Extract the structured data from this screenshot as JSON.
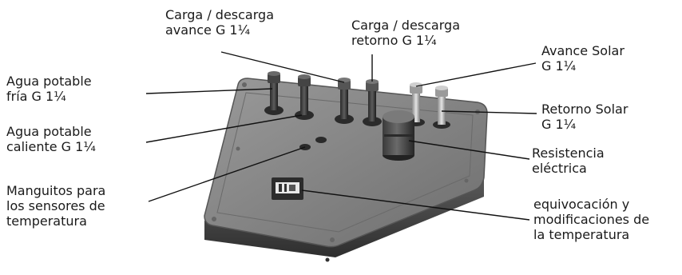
{
  "labels": {
    "agua_fria": [
      "Agua potable",
      "fría G 1¼"
    ],
    "agua_caliente": [
      "Agua potable",
      "caliente G 1¼"
    ],
    "manguitos": [
      "Manguitos para",
      "los sensores de",
      "temperatura"
    ],
    "carga_avance": [
      "Carga / descarga",
      "avance G 1¼"
    ],
    "carga_retorno": [
      "Carga / descarga",
      "retorno G 1¼"
    ],
    "avance_solar": [
      "Avance Solar",
      "G 1¼"
    ],
    "retorno_solar": [
      "Retorno Solar",
      "G 1¼"
    ],
    "resistencia": [
      "Resistencia",
      "eléctrica"
    ],
    "equivocacion": [
      "equivocación y",
      "modificaciones de",
      "la temperatura"
    ]
  },
  "colors": {
    "plate_top": "#8c8c8c",
    "plate_side": "#4a4a4a",
    "leader": "#111111"
  }
}
